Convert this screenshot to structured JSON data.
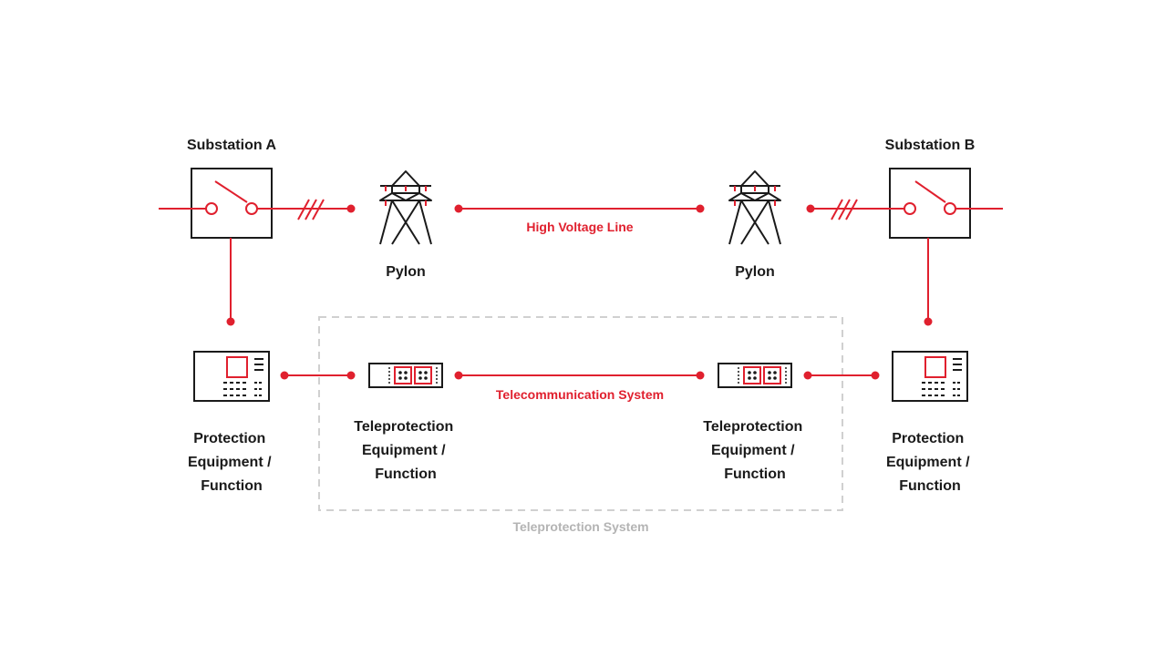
{
  "colors": {
    "accent": "#e0202e",
    "ink": "#1a1a1a",
    "muted": "#b4b4b4",
    "background": "#ffffff"
  },
  "substation_a": {
    "title": "Substation A"
  },
  "substation_b": {
    "title": "Substation B"
  },
  "pylon_left": {
    "label": "Pylon"
  },
  "pylon_right": {
    "label": "Pylon"
  },
  "high_voltage_line": {
    "label": "High Voltage Line"
  },
  "telecom": {
    "label": "Telecommunication System"
  },
  "teleprotection_system": {
    "label": "Teleprotection System"
  },
  "protection_left": {
    "lines": [
      "Protection",
      "Equipment /",
      "Function"
    ]
  },
  "protection_right": {
    "lines": [
      "Protection",
      "Equipment /",
      "Function"
    ]
  },
  "teleprotection_left": {
    "lines": [
      "Teleprotection",
      "Equipment /",
      "Function"
    ]
  },
  "teleprotection_right": {
    "lines": [
      "Teleprotection",
      "Equipment /",
      "Function"
    ]
  },
  "icons": [
    "switch-icon",
    "pylon-icon",
    "protection-device-icon",
    "teleprotection-device-icon"
  ]
}
